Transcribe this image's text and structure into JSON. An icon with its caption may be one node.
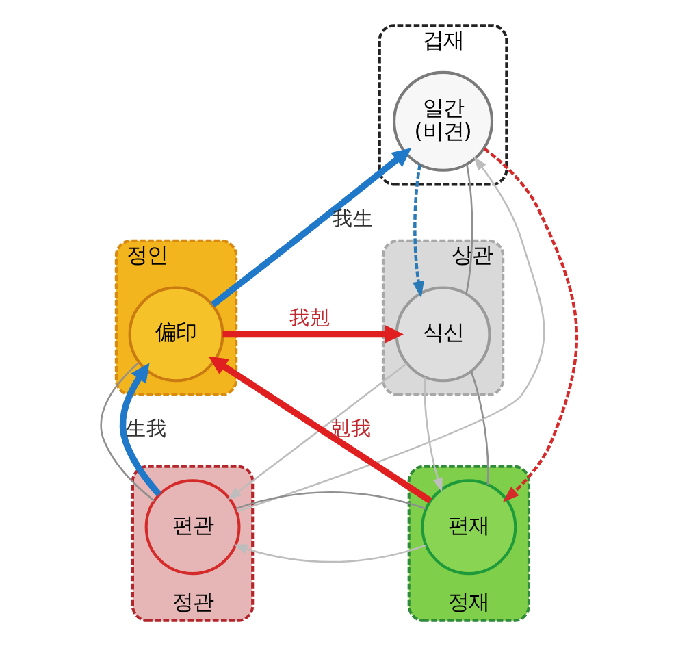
{
  "diagram": {
    "nodes": [
      {
        "text": [
          "겁재"
        ]
      },
      {
        "text": [
          "일간 (비견)"
        ],
        "in": 0
      },
      {
        "text": [
          "정인"
        ]
      },
      {
        "text": [
          "偏印"
        ],
        "in": 2
      },
      {
        "text": [
          "상관"
        ]
      },
      {
        "text": [
          "식신"
        ],
        "in": 4
      },
      {
        "text": [
          "정관"
        ]
      },
      {
        "text": [
          "편관"
        ],
        "in": 6
      },
      {
        "text": [
          "정재"
        ]
      },
      {
        "text": [
          "편재"
        ],
        "in": 8
      }
    ],
    "edges": [
      {
        "from": 3,
        "to": 1,
        "arrow": "to",
        "label": "我生",
        "style": "thick",
        "color": "#1f78c8"
      },
      {
        "from": 1,
        "to": 5,
        "arrow": "to",
        "style": "dashed",
        "color": "#2a7ab8"
      },
      {
        "from": 1,
        "to": 9,
        "arrow": "to",
        "style": "dashed",
        "color": "#d42a2a"
      },
      {
        "from": 3,
        "to": 5,
        "arrow": "to",
        "label": "我剋",
        "style": "thick",
        "color": "#e02020"
      },
      {
        "from": 9,
        "to": 3,
        "arrow": "to",
        "label": "剋我",
        "style": "thick",
        "color": "#e02020"
      },
      {
        "from": 7,
        "to": 3,
        "arrow": "to",
        "label": "生我",
        "style": "thick",
        "color": "#1f78c8"
      },
      {
        "from": 7,
        "to": 1,
        "arrow": "to",
        "color": "#bdbdbd"
      },
      {
        "from": 5,
        "to": 7,
        "arrow": "to",
        "color": "#bdbdbd"
      },
      {
        "from": 5,
        "to": 9,
        "arrow": "to",
        "color": "#bdbdbd"
      },
      {
        "from": 9,
        "to": 7,
        "arrow": "to",
        "color": "#bdbdbd"
      },
      {
        "from": 1,
        "to": 3,
        "arrow": "none"
      },
      {
        "from": 1,
        "to": 5,
        "arrow": "none"
      },
      {
        "from": 5,
        "to": 9,
        "arrow": "none"
      },
      {
        "from": 9,
        "to": 7,
        "arrow": "none"
      },
      {
        "from": 3,
        "to": 7,
        "arrow": "none"
      }
    ]
  }
}
